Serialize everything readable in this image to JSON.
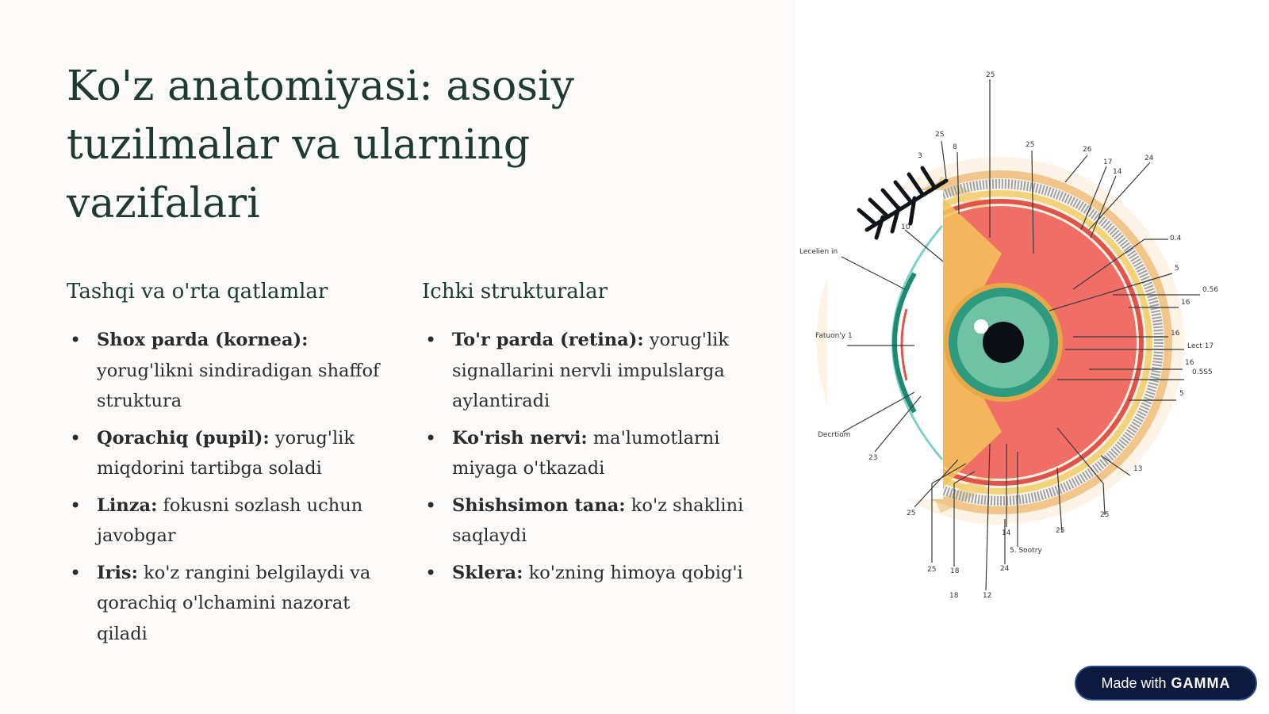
{
  "title": "Ko'z anatomiyasi: asosiy tuzilmalar va ularning vazifalari",
  "left_column": {
    "heading": "Tashqi va o'rta qatlamlar",
    "items": [
      {
        "term": "Shox parda (kornea):",
        "desc": " yorug'likni sindiradigan shaffof struktura"
      },
      {
        "term": "Qorachiq (pupil):",
        "desc": " yorug'lik miqdorini tartibga soladi"
      },
      {
        "term": "Linza:",
        "desc": " fokusni sozlash uchun javobgar"
      },
      {
        "term": "Iris:",
        "desc": " ko'z rangini belgilaydi va qorachiq o'lchamini nazorat qiladi"
      }
    ]
  },
  "right_column": {
    "heading": "Ichki strukturalar",
    "items": [
      {
        "term": "To'r parda (retina):",
        "desc": " yorug'lik signallarini nervli impulslarga aylantiradi"
      },
      {
        "term": "Ko'rish nervi:",
        "desc": " ma'lumotlarni miyaga o'tkazadi"
      },
      {
        "term": "Shishsimon tana:",
        "desc": " ko'z shaklini saqlaydi"
      },
      {
        "term": "Sklera:",
        "desc": " ko'zning himoya qobig'i"
      }
    ]
  },
  "diagram": {
    "labels": {
      "left_top": "Lecelien in",
      "left_mid": "Fatuon'y 1",
      "left_bot": "Decrtiom",
      "left_low": "23",
      "inner_top": "10",
      "top": [
        "25",
        "2S",
        "3",
        "8",
        "25",
        "26",
        "17",
        "14",
        "24"
      ],
      "right": [
        "0.4",
        "5",
        "0.56",
        "16",
        "16",
        "Lect 17",
        "16",
        "0.5S5",
        "5",
        "13"
      ],
      "bottom": [
        "25",
        "25",
        "25",
        "5. Sootry",
        "14",
        "24",
        "25",
        "18",
        "18",
        "12"
      ]
    }
  },
  "badge": {
    "prefix": "Made with",
    "brand": "GAMMA"
  }
}
